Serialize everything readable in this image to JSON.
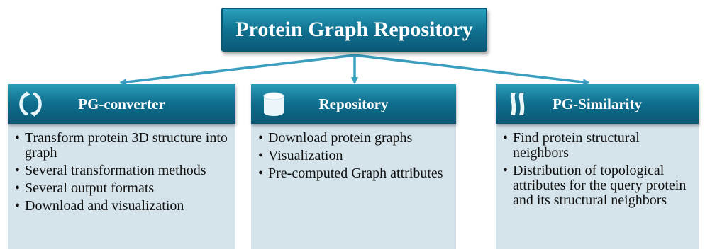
{
  "title": "Protein Graph Repository",
  "columns": [
    {
      "title": "PG-converter",
      "icon": "circular-arrows-icon",
      "items": [
        "Transform protein 3D structure into graph",
        "Several transformation methods",
        "Several output formats",
        "Download and visualization"
      ]
    },
    {
      "title": "Repository",
      "icon": "database-cylinder-icon",
      "items": [
        "Download protein graphs",
        "Visualization",
        "Pre-computed Graph attributes"
      ]
    },
    {
      "title": "PG-Similarity",
      "icon": "parallel-bars-icon",
      "items": [
        "Find protein structural neighbors",
        "Distribution of topological attributes for the query protein and its structural neighbors"
      ]
    }
  ],
  "colors": {
    "header_dark": "#0a5876",
    "header_light": "#2b9cb9",
    "body_bg": "#d5e4ea",
    "arrow": "#3a9ec0"
  }
}
